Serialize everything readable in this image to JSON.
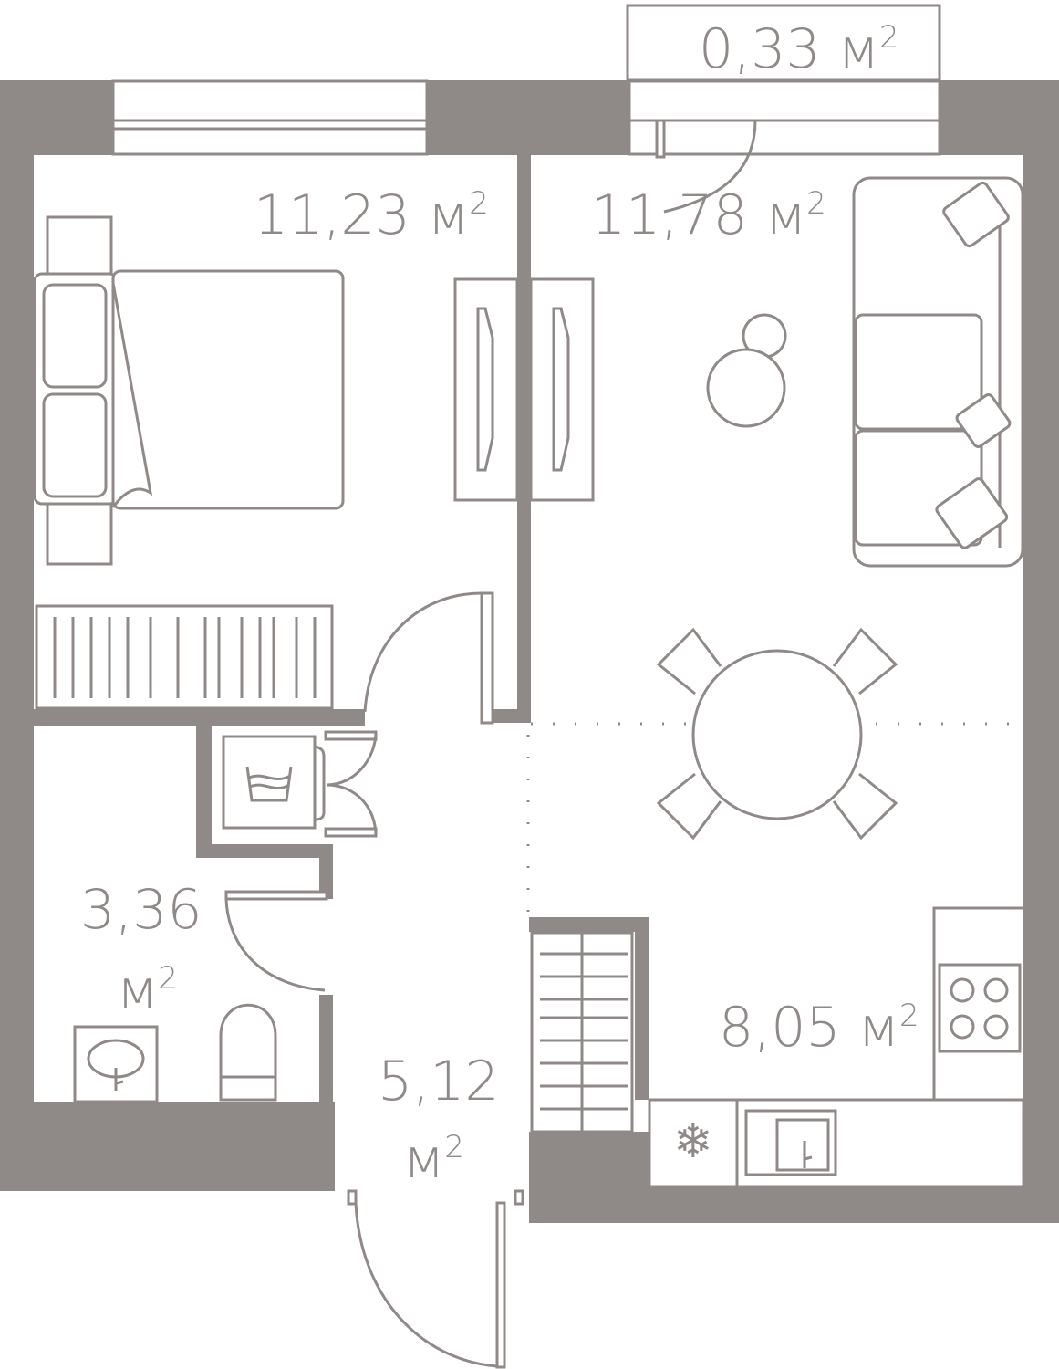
{
  "plan": {
    "wall_color": "#8f8a87",
    "rooms": [
      {
        "id": "bedroom",
        "area": "11,23",
        "unit": "м",
        "exp": "2"
      },
      {
        "id": "living",
        "area": "11,78",
        "unit": "м",
        "exp": "2"
      },
      {
        "id": "bathroom",
        "area": "3,36",
        "unit": "м",
        "exp": "2"
      },
      {
        "id": "hallway",
        "area": "5,12",
        "unit": "м",
        "exp": "2"
      },
      {
        "id": "kitchen",
        "area": "8,05",
        "unit": "м",
        "exp": "2"
      },
      {
        "id": "balcony",
        "area": "0,33",
        "unit": "м",
        "exp": "2"
      }
    ]
  }
}
